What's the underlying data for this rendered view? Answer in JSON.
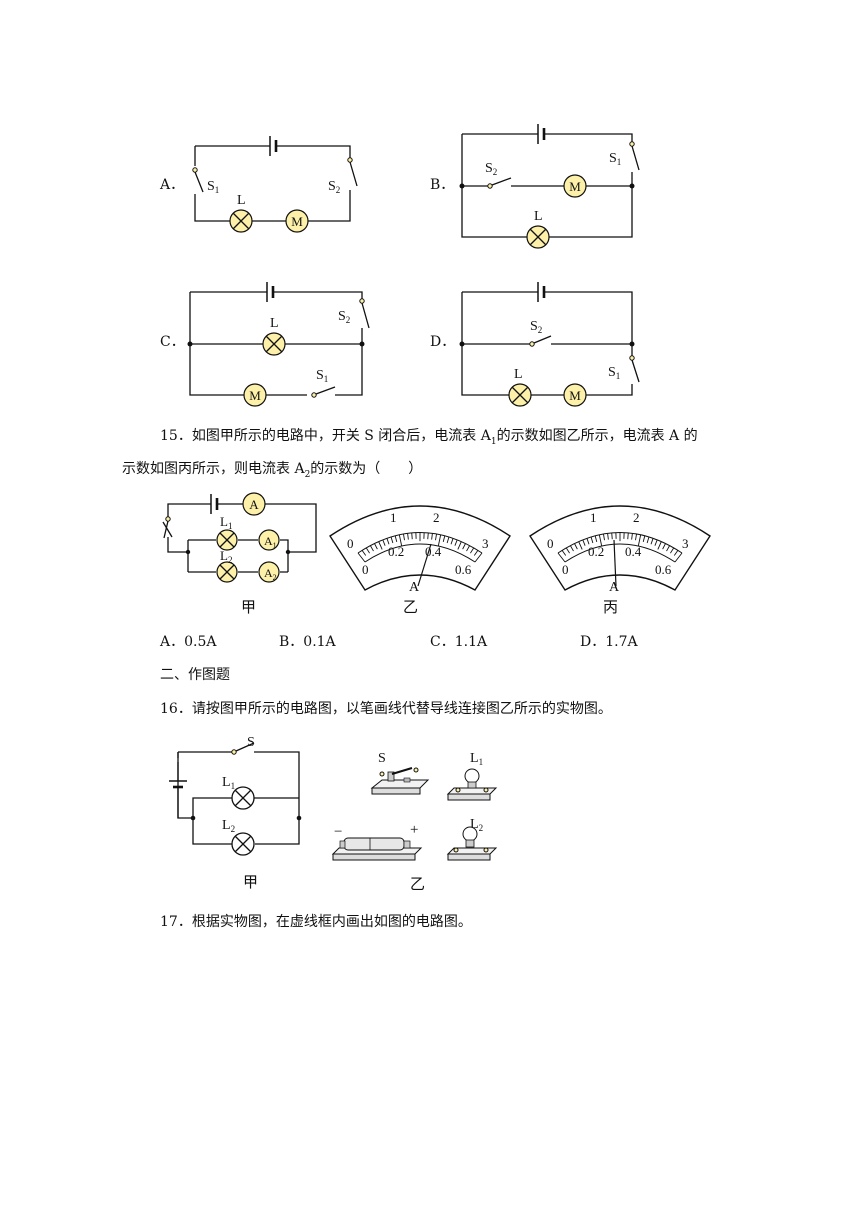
{
  "options_circuits": {
    "A": {
      "label": "A．",
      "s1": "S",
      "s1_sub": "1",
      "s2": "S",
      "s2_sub": "2",
      "lamp": "L",
      "motor": "M"
    },
    "B": {
      "label": "B．",
      "s1": "S",
      "s1_sub": "1",
      "s2": "S",
      "s2_sub": "2",
      "lamp": "L",
      "motor": "M"
    },
    "C": {
      "label": "C．",
      "s1": "S",
      "s1_sub": "1",
      "s2": "S",
      "s2_sub": "2",
      "lamp": "L",
      "motor": "M"
    },
    "D": {
      "label": "D．",
      "s1": "S",
      "s1_sub": "1",
      "s2": "S",
      "s2_sub": "2",
      "lamp": "L",
      "motor": "M"
    }
  },
  "q15": {
    "text_line1_pre": "15．如图甲所示的电路中，开关 S 闭合后，电流表 A",
    "text_line1_sub": "1",
    "text_line1_post": "的示数如图乙所示，电流表 A 的",
    "text_line2_pre": "示数如图丙所示，则电流表 A",
    "text_line2_sub": "2",
    "text_line2_post": "的示数为（　　）",
    "fig_jia": {
      "meter_a": "A",
      "l1": "L",
      "l1_sub": "1",
      "a1": "A",
      "a1_sub": "1",
      "l2": "L",
      "l2_sub": "2",
      "a2": "A",
      "a2_sub": "2",
      "caption": "甲"
    },
    "dial_upper_labels": [
      "0",
      "1",
      "2",
      "3"
    ],
    "dial_lower_labels": [
      "0",
      "0.2",
      "0.4",
      "0.6"
    ],
    "dial_unit": "A",
    "fig_yi_caption": "乙",
    "fig_bing_caption": "丙",
    "choices": [
      "A．0.5A",
      "B．0.1A",
      "C．1.1A",
      "D．1.7A"
    ]
  },
  "section2_title": "二、作图题",
  "q16": {
    "text": "16．请按图甲所示的电路图，以笔画线代替导线连接图乙所示的实物图。",
    "fig_jia": {
      "s": "S",
      "l1": "L",
      "l1_sub": "1",
      "l2": "L",
      "l2_sub": "2",
      "caption": "甲"
    },
    "fig_yi": {
      "s": "S",
      "l1": "L",
      "l1_sub": "1",
      "l2": "L",
      "l2_sub": "2",
      "minus": "−",
      "plus": "+",
      "caption": "乙"
    }
  },
  "q17": {
    "text": "17．根据实物图，在虚线框内画出如图的电路图。"
  }
}
